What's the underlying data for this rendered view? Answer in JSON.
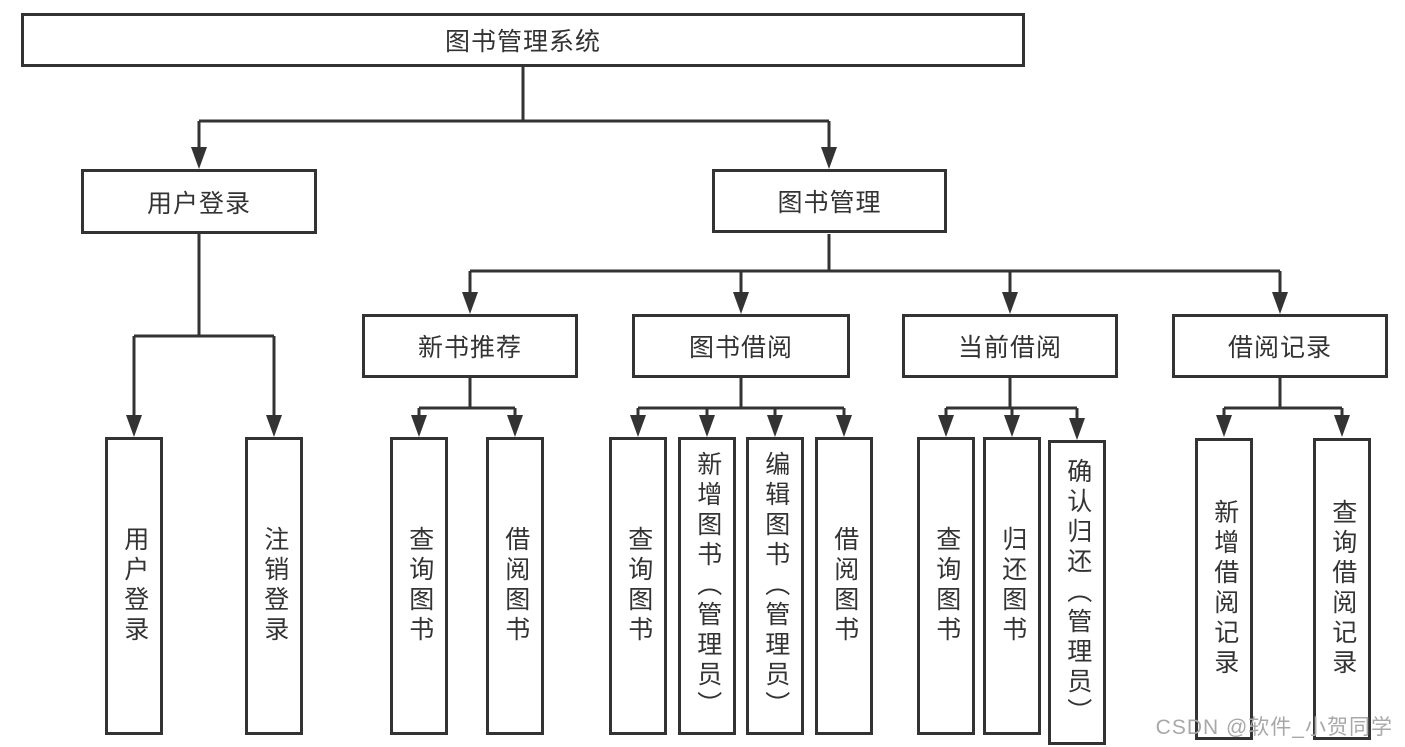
{
  "tree": {
    "root": {
      "label": "图书管理系统",
      "children": [
        {
          "label": "用户登录",
          "children": [
            {
              "label": "用户登录"
            },
            {
              "label": "注销登录"
            }
          ]
        },
        {
          "label": "图书管理",
          "children": [
            {
              "label": "新书推荐",
              "children": [
                {
                  "label": "查询图书"
                },
                {
                  "label": "借阅图书"
                }
              ]
            },
            {
              "label": "图书借阅",
              "children": [
                {
                  "label": "查询图书"
                },
                {
                  "label": "新增图书（管理员）"
                },
                {
                  "label": "编辑图书（管理员）"
                },
                {
                  "label": "借阅图书"
                }
              ]
            },
            {
              "label": "当前借阅",
              "children": [
                {
                  "label": "查询图书"
                },
                {
                  "label": "归还图书"
                },
                {
                  "label": "确认归还（管理员）"
                }
              ]
            },
            {
              "label": "借阅记录",
              "children": [
                {
                  "label": "新增借阅记录"
                },
                {
                  "label": "查询借阅记录"
                }
              ]
            }
          ]
        }
      ]
    }
  },
  "watermark": {
    "text": "CSDN @软件_小贺同学"
  },
  "colors": {
    "line": "#333333",
    "box_background": "#ffffff",
    "text": "#333333",
    "watermark": "#a8a8a8"
  }
}
